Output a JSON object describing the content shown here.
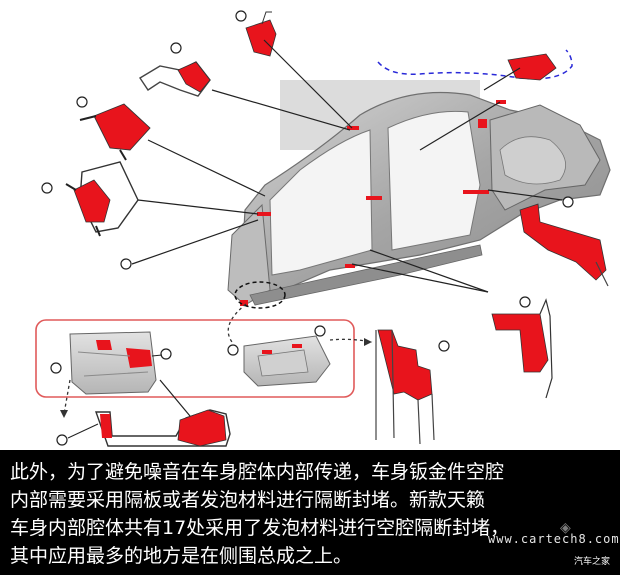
{
  "caption": {
    "lines": [
      "此外，为了避免噪音在车身腔体内部传递，车身钣金件空腔",
      "内部需要采用隔板或者发泡材料进行隔断封堵。新款天籁",
      "车身内部腔体共有17处采用了发泡材料进行空腔隔断封堵，",
      "其中应用最多的地方是在侧围总成之上。"
    ]
  },
  "watermark": {
    "site": "www.cartech8.com",
    "name": "汽车之家"
  },
  "colors": {
    "baffle_red": "#e8141c",
    "body_gray": "#9e9e9e",
    "callout_border": "#e05a5a",
    "dashed_blue": "#2a2ad8",
    "caption_bg": "#000000"
  },
  "icons": {
    "callout_marker": "numbered-circle-icon"
  }
}
